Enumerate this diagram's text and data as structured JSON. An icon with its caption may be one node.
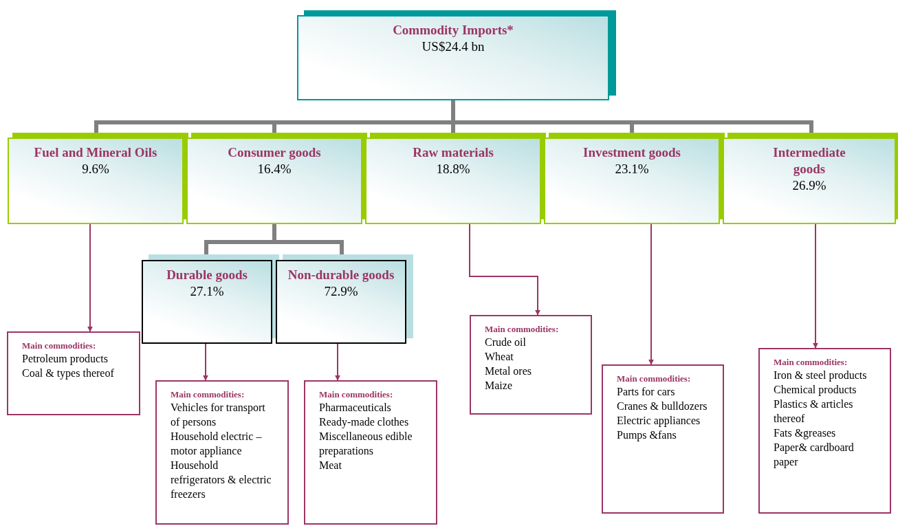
{
  "diagram": {
    "nodes": [
      {
        "text": [
          "Commodity Imports*",
          "US$24.4 bn"
        ]
      },
      {
        "text": [
          "Fuel and Mineral Oils",
          "9.6%"
        ]
      },
      {
        "text": [
          "Consumer goods",
          "16.4%"
        ]
      },
      {
        "text": [
          "Raw materials",
          "18.8%"
        ]
      },
      {
        "text": [
          "Investment goods",
          "23.1%"
        ]
      },
      {
        "text": [
          "Intermediate goods",
          "26.9%"
        ]
      },
      {
        "text": [
          "Durable goods",
          "27.1%"
        ]
      },
      {
        "text": [
          "Non-durable goods",
          "72.9%"
        ]
      },
      {
        "text": [
          "Main commodities:",
          "Petroleum products",
          "Coal & types thereof"
        ]
      },
      {
        "text": [
          "Main commodities:",
          "Vehicles for transport of persons",
          "Household electric – motor appliance",
          "Household refrigerators & electric freezers"
        ]
      },
      {
        "text": [
          "Main commodities:",
          "Pharmaceuticals",
          "Ready-made clothes",
          "Miscellaneous edible preparations",
          "Meat"
        ]
      },
      {
        "text": [
          "Main commodities:",
          "Crude oil",
          "Wheat",
          "Metal ores",
          "Maize"
        ]
      },
      {
        "text": [
          "Main commodities:",
          "Parts for cars",
          "Cranes & bulldozers",
          "Electric appliances",
          "Pumps &fans"
        ]
      },
      {
        "text": [
          "Main commodities:",
          "Iron & steel products",
          "Chemical products",
          "Plastics & articles thereof",
          "Fats &greases",
          "Paper& cardboard paper"
        ]
      }
    ],
    "edges": [
      {
        "from": 0,
        "to": 1,
        "arrow": "none"
      },
      {
        "from": 0,
        "to": 2,
        "arrow": "none"
      },
      {
        "from": 0,
        "to": 3,
        "arrow": "none"
      },
      {
        "from": 0,
        "to": 4,
        "arrow": "none"
      },
      {
        "from": 0,
        "to": 5,
        "arrow": "none"
      },
      {
        "from": 2,
        "to": 6,
        "arrow": "none"
      },
      {
        "from": 2,
        "to": 7,
        "arrow": "none"
      },
      {
        "from": 1,
        "to": 8,
        "arrow": "to",
        "color": "#9b3565"
      },
      {
        "from": 6,
        "to": 9,
        "arrow": "to",
        "color": "#9b3565"
      },
      {
        "from": 7,
        "to": 10,
        "arrow": "to",
        "color": "#9b3565"
      },
      {
        "from": 3,
        "to": 11,
        "arrow": "to",
        "color": "#9b3565"
      },
      {
        "from": 4,
        "to": 12,
        "arrow": "to",
        "color": "#9b3565"
      },
      {
        "from": 5,
        "to": 13,
        "arrow": "to",
        "color": "#9b3565"
      }
    ]
  }
}
